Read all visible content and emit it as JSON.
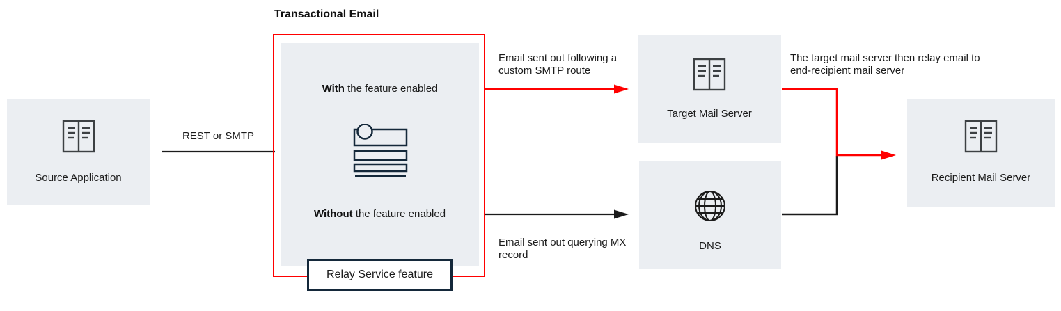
{
  "title": "Transactional Email",
  "colors": {
    "accent_red": "#ff0000",
    "dark_navy": "#14283a",
    "node_fill": "#ebeef2",
    "line_black": "#1b1b1b"
  },
  "nodes": {
    "source": {
      "label": "Source Application",
      "icon": "server-icon"
    },
    "target": {
      "label": "Target Mail Server",
      "icon": "server-icon"
    },
    "dns": {
      "label": "DNS",
      "icon": "globe-icon"
    },
    "recipient": {
      "label": "Recipient Mail Server",
      "icon": "server-icon"
    }
  },
  "relay_box": {
    "with_bold": "With",
    "with_rest": " the feature enabled",
    "without_bold": "Without",
    "without_rest": " the feature enabled",
    "footer_label": "Relay Service feature",
    "icon": "form-icon"
  },
  "edges": {
    "source_to_relay": "REST or SMTP",
    "relay_to_target": "Email sent out following a custom SMTP route",
    "relay_to_dns": "Email sent out querying MX record",
    "target_to_recipient": "The target mail server then relay email to end-recipient mail server"
  }
}
